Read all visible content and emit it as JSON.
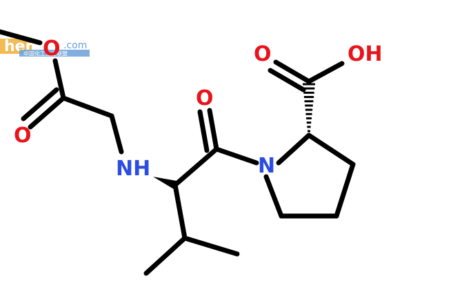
{
  "watermark": {
    "brand": "hem960",
    "domain": ".com",
    "subtitle": "中国化工企业联盟",
    "brand_color": "#f0a020",
    "accent_color": "#6aa0d8"
  },
  "molecule": {
    "atoms": {
      "o_ester": "O",
      "o_ester_carbonyl": "O",
      "nh": "NH",
      "o_amide": "O",
      "n_ring": "N",
      "o_acid": "O",
      "oh": "OH"
    },
    "colors": {
      "oxygen": "#e8141b",
      "nitrogen": "#2b4de0",
      "bond": "#000000"
    }
  }
}
